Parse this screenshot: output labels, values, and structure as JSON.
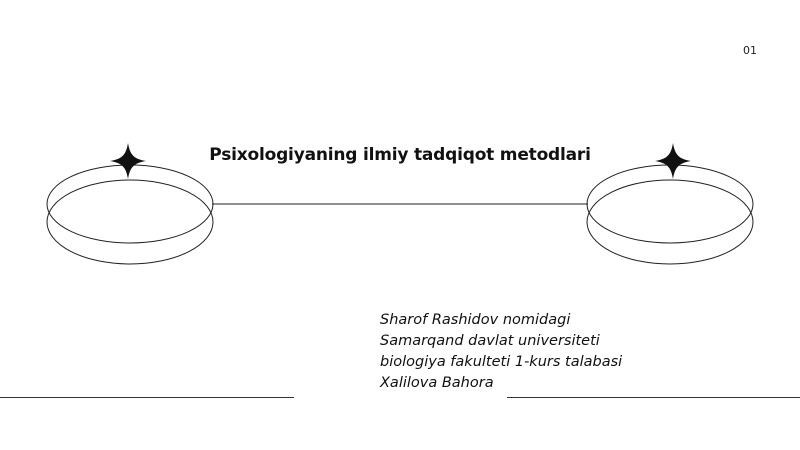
{
  "slide": {
    "number": "01",
    "title": "Psixologiyaning ilmiy tadqiqot metodlari"
  },
  "author_block": {
    "lines": [
      "Sharof Rashidov nomidagi",
      "Samarqand davlat universiteti",
      "biologiya fakulteti 1-kurs talabasi",
      "Xalilova Bahora"
    ]
  },
  "colors": {
    "background": "#ffffff",
    "ink": "#111111"
  },
  "icons": {
    "left_star": "four-point-star-icon",
    "right_star": "four-point-star-icon"
  }
}
